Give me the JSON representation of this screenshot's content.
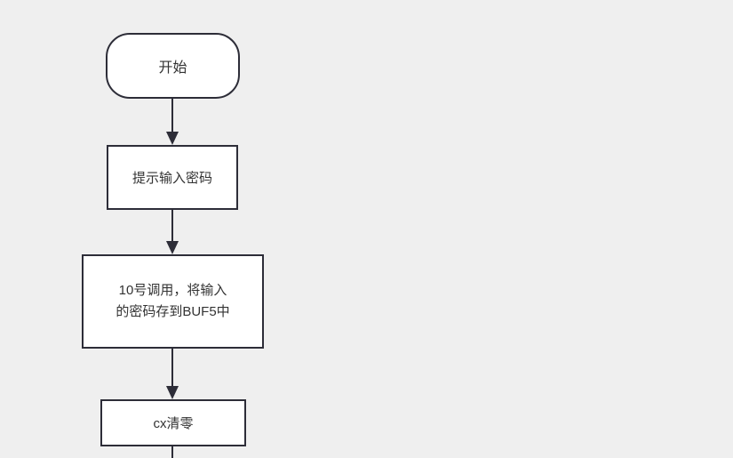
{
  "canvas": {
    "background_color": "#efefef",
    "shape_fill_color": "#ffffff",
    "stroke_color": "#2d2d38",
    "text_color": "#333333"
  },
  "flowchart": {
    "nodes": [
      {
        "type": "terminator",
        "label": "开始"
      },
      {
        "type": "process",
        "label": "提示输入密码"
      },
      {
        "type": "process",
        "label": "10号调用，将输入的密码存到BUF5中",
        "lines": [
          "10号调用，将输入",
          "的密码存到BUF5中"
        ]
      },
      {
        "type": "process",
        "label": "cx清零"
      }
    ],
    "connectors": [
      {
        "from_index": 0,
        "to_index": 1,
        "arrowhead": true
      },
      {
        "from_index": 1,
        "to_index": 2,
        "arrowhead": true
      },
      {
        "from_index": 2,
        "to_index": 3,
        "arrowhead": true
      },
      {
        "from_index": 3,
        "to_index": null,
        "arrowhead": false,
        "note": "continues off bottom edge"
      }
    ]
  }
}
